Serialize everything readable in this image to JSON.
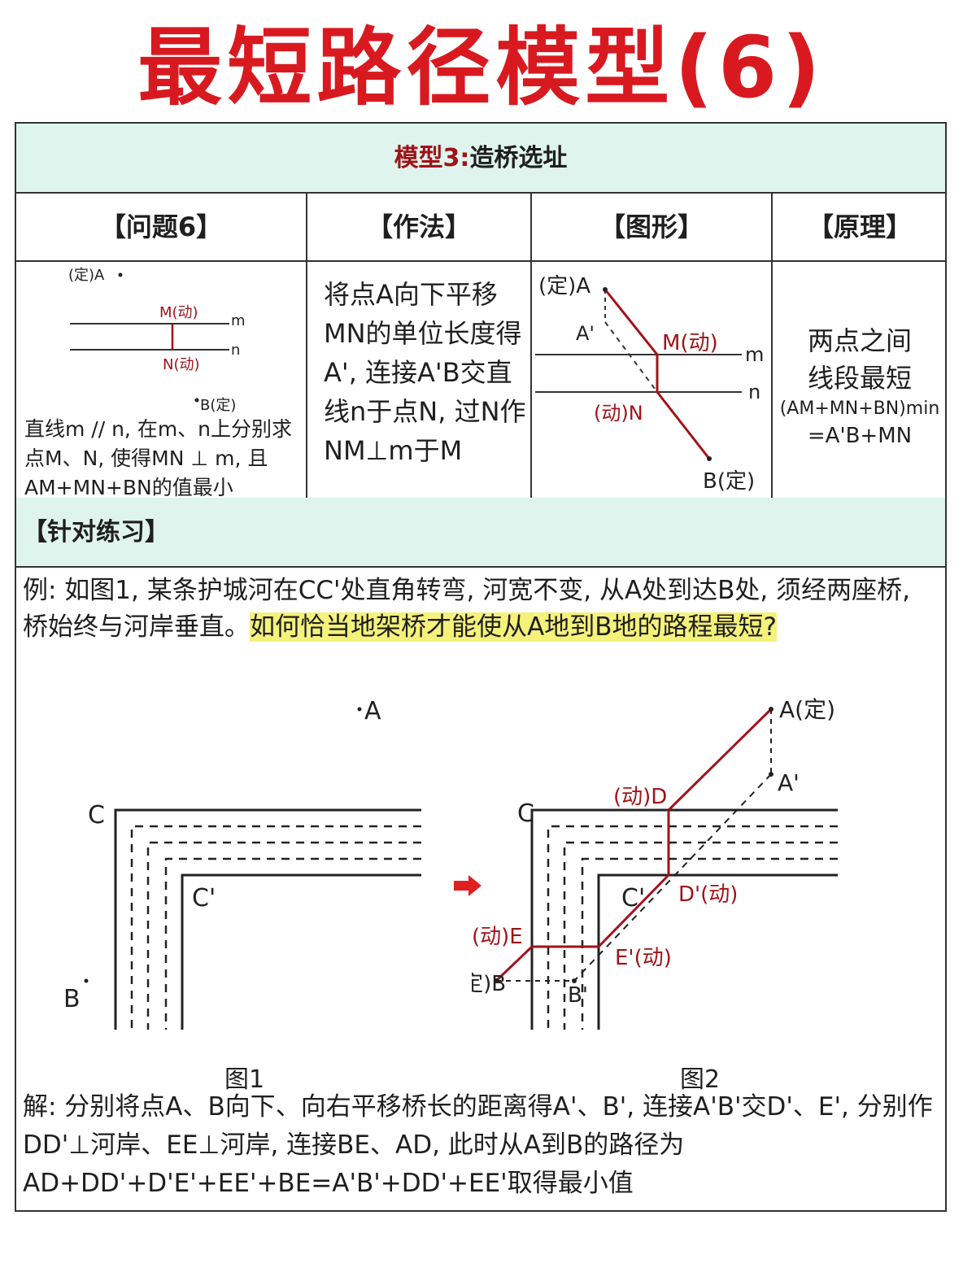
{
  "page": {
    "title": "最短路径模型(6)"
  },
  "model_header": {
    "prefix": "模型3:",
    "name": "造桥选址"
  },
  "columns": {
    "problem": "【问题6】",
    "method": "【作法】",
    "figure": "【图形】",
    "principle": "【原理】"
  },
  "problem_cell": {
    "text": "直线m // n, 在m、n上分别求点M、N, 使得MN ⊥ m, 且AM+MN+BN的值最小",
    "label_A": "(定)A",
    "label_M": "M(动)",
    "label_N": "N(动)",
    "label_B": "B(定)",
    "label_m": "m",
    "label_n": "n"
  },
  "method_cell": {
    "text": "将点A向下平移MN的单位长度得A', 连接A'B交直线n于点N, 过N作NM⊥m于M"
  },
  "figure_cell": {
    "label_A": "(定)A",
    "label_A_prime": "A'",
    "label_M": "M(动)",
    "label_N": "(动)N",
    "label_B": "B(定)",
    "label_m": "m",
    "label_n": "n"
  },
  "principle_cell": {
    "line1": "两点之间",
    "line2": "线段最短",
    "formula1": "(AM+MN+BN)min",
    "formula2": "=A'B+MN"
  },
  "practice": {
    "header": "【针对练习】",
    "example_normal": "例: 如图1, 某条护城河在CC'处直角转弯, 河宽不变, 从A处到达B处, 须经两座桥, 桥始终与河岸垂直。",
    "example_highlight": "如何恰当地架桥才能使从A地到B地的路程最短?"
  },
  "figure1": {
    "caption": "图1",
    "label_A": "A",
    "label_B": "B",
    "label_C": "C",
    "label_C_prime": "C'"
  },
  "figure2": {
    "caption": "图2",
    "label_A": "A(定)",
    "label_A_prime": "A'",
    "label_D": "(动)D",
    "label_D_prime": "D'(动)",
    "label_C": "C",
    "label_C_prime": "C'",
    "label_E": "(动)E",
    "label_E_prime": "E'(动)",
    "label_B": "(定)B",
    "label_B_prime": "B'"
  },
  "solution": {
    "text": "解: 分别将点A、B向下、向右平移桥长的距离得A'、B', 连接A'B'交D'、E', 分别作DD'⊥河岸、EE⊥河岸, 连接BE、AD, 此时从A到B的路径为AD+DD'+D'E'+EE'+BE=A'B'+DD'+EE'取得最小值"
  },
  "colors": {
    "title_red": "#d81a20",
    "line_red": "#a01318",
    "band_green": "#e0f4ee",
    "highlight": "#f4f27a"
  }
}
